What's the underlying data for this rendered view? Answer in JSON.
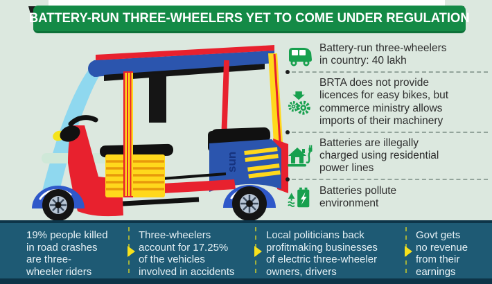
{
  "banner": {
    "title": "BATTERY-RUN THREE-WHEELERS YET TO COME UNDER REGULATION"
  },
  "facts": {
    "items": [
      {
        "icon": "auto-rickshaw-icon",
        "text": "Battery-run three-wheelers\nin country: 40 lakh"
      },
      {
        "icon": "import-gears-icon",
        "text": "BRTA does not provide\nlicences for easy bikes, but\ncommerce ministry allows\nimports of their machinery"
      },
      {
        "icon": "house-charging-icon",
        "text": "Batteries are illegally\ncharged using residential\npower lines"
      },
      {
        "icon": "battery-pollution-icon",
        "text": "Batteries pollute\nenvironment"
      }
    ]
  },
  "stats": {
    "items": [
      {
        "text": "19% people killed\nin road crashes\nare three-\nwheeler riders"
      },
      {
        "text": "Three-wheelers\naccount for 17.25%\nof the vehicles\ninvolved in accidents"
      },
      {
        "text": "Local politicians back\nprofitmaking businesses\nof electric three-wheeler\nowners, drivers"
      },
      {
        "text": "Govt gets\nno revenue\nfrom their\nearnings"
      }
    ]
  },
  "illustration": {
    "vehicle_label": "sun"
  },
  "colors": {
    "background": "#dce8df",
    "banner_green": "#148a46",
    "icon_green": "#17a04e",
    "bottom_teal": "#1e5a74",
    "navy_edge": "#0d3448",
    "accent_yellow": "#f7e11c",
    "vehicle_red": "#e8212e",
    "vehicle_blue": "#2b55ae",
    "windshield_blue": "#8fd8ef"
  }
}
